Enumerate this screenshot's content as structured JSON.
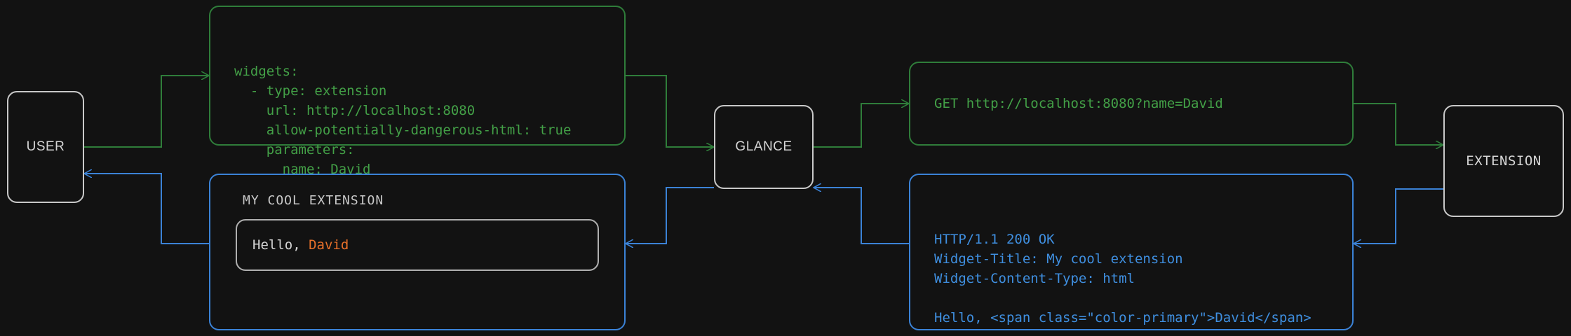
{
  "colors": {
    "background": "#121212",
    "node_border": "#c9c9c9",
    "node_text": "#d6d6d6",
    "request_green": "#43a047",
    "request_green_border": "#2f7d3a",
    "response_blue": "#3f8fe0",
    "response_blue_border": "#3b82d6",
    "accent_primary": "#e8702a",
    "inner_border": "#b0b0b0"
  },
  "nodes": {
    "user": "USER",
    "glance": "GLANCE",
    "extension": "EXTENSION"
  },
  "config_box": {
    "text": "widgets:\n  - type: extension\n    url: http://localhost:8080\n    allow-potentially-dangerous-html: true\n    parameters:\n      name: David"
  },
  "request_box": {
    "text": "GET http://localhost:8080?name=David"
  },
  "response_box": {
    "text": "HTTP/1.1 200 OK\nWidget-Title: My cool extension\nWidget-Content-Type: html\n\nHello, <span class=\"color-primary\">David</span>"
  },
  "widget_preview": {
    "title": "MY COOL EXTENSION",
    "greeting_prefix": "Hello, ",
    "greeting_name": "David"
  },
  "edges": [
    {
      "name": "user-to-config",
      "color": "request_green",
      "direction": "right"
    },
    {
      "name": "config-to-glance",
      "color": "request_green",
      "direction": "right"
    },
    {
      "name": "glance-to-request",
      "color": "request_green",
      "direction": "right"
    },
    {
      "name": "request-to-extension",
      "color": "request_green",
      "direction": "right"
    },
    {
      "name": "extension-to-response",
      "color": "response_blue",
      "direction": "left"
    },
    {
      "name": "response-to-glance",
      "color": "response_blue",
      "direction": "left"
    },
    {
      "name": "glance-to-widget",
      "color": "response_blue",
      "direction": "left"
    },
    {
      "name": "widget-to-user",
      "color": "response_blue",
      "direction": "left"
    }
  ]
}
